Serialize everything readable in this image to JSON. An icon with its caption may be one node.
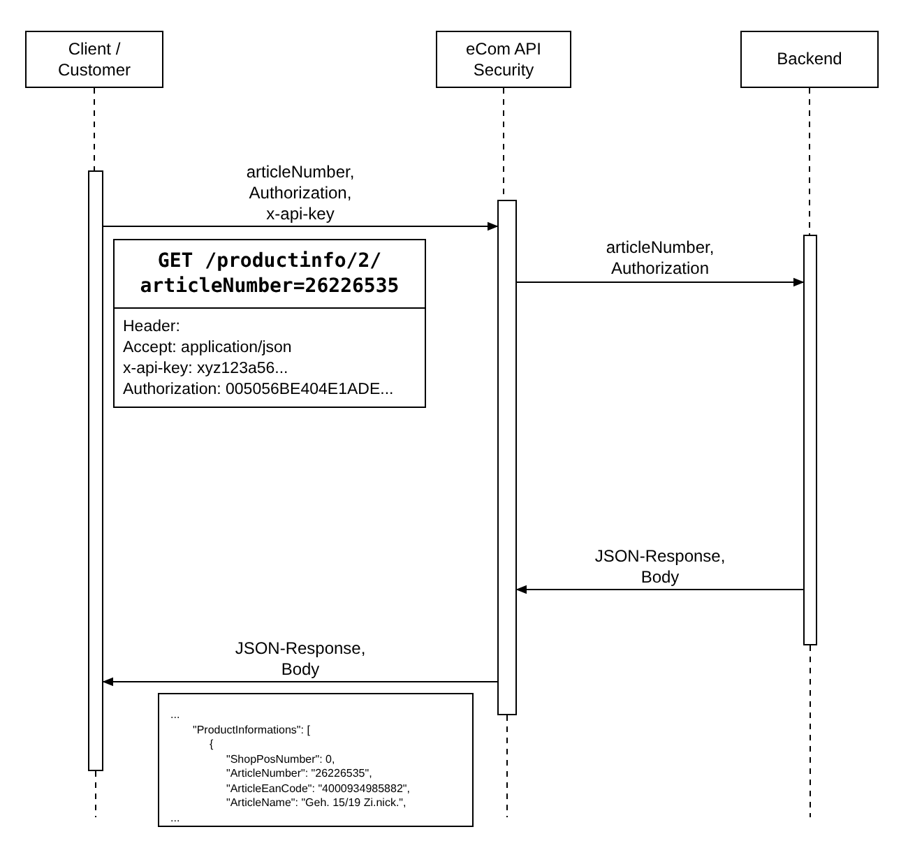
{
  "diagram": {
    "nodes": [
      {
        "text": [
          "Client / Customer"
        ]
      },
      {
        "text": [
          "eCom API Security"
        ]
      },
      {
        "text": [
          "Backend"
        ]
      },
      {
        "text": [],
        "shape": "bar"
      },
      {
        "text": [],
        "shape": "bar"
      },
      {
        "text": [],
        "shape": "bar"
      },
      {
        "text": [
          "GET /productinfo/2/ articleNumber=26226535",
          "Header:",
          "Accept: application/json",
          "x-api-key: xyz123a56...",
          "Authorization: 005056BE404E1ADE..."
        ]
      },
      {
        "text": [
          "...",
          "\"ProductInformations\": [",
          "{",
          "\"ShopPosNumber\": 0,",
          "\"ArticleNumber\": \"26226535\",",
          "\"ArticleEanCode\": \"4000934985882\",",
          "\"ArticleName\": \"Geh. 15/19 Zi.nick.\",",
          "..."
        ]
      }
    ],
    "edges": [
      {
        "from": 0,
        "to": 3,
        "arrow": "none",
        "style": "dashed"
      },
      {
        "from": 3,
        "to": null,
        "arrow": "none",
        "style": "dashed"
      },
      {
        "from": 1,
        "to": 4,
        "arrow": "none",
        "style": "dashed"
      },
      {
        "from": 4,
        "to": null,
        "arrow": "none",
        "style": "dashed"
      },
      {
        "from": 2,
        "to": 5,
        "arrow": "none",
        "style": "dashed"
      },
      {
        "from": 5,
        "to": null,
        "arrow": "none",
        "style": "dashed"
      },
      {
        "from": 3,
        "to": 4,
        "arrow": "to",
        "label": "articleNumber, Authorization, x-api-key"
      },
      {
        "from": 4,
        "to": 5,
        "arrow": "to",
        "label": "articleNumber, Authorization"
      },
      {
        "from": 5,
        "to": 4,
        "arrow": "to",
        "label": "JSON-Response, Body"
      },
      {
        "from": 4,
        "to": 3,
        "arrow": "to",
        "label": "JSON-Response, Body"
      }
    ]
  }
}
